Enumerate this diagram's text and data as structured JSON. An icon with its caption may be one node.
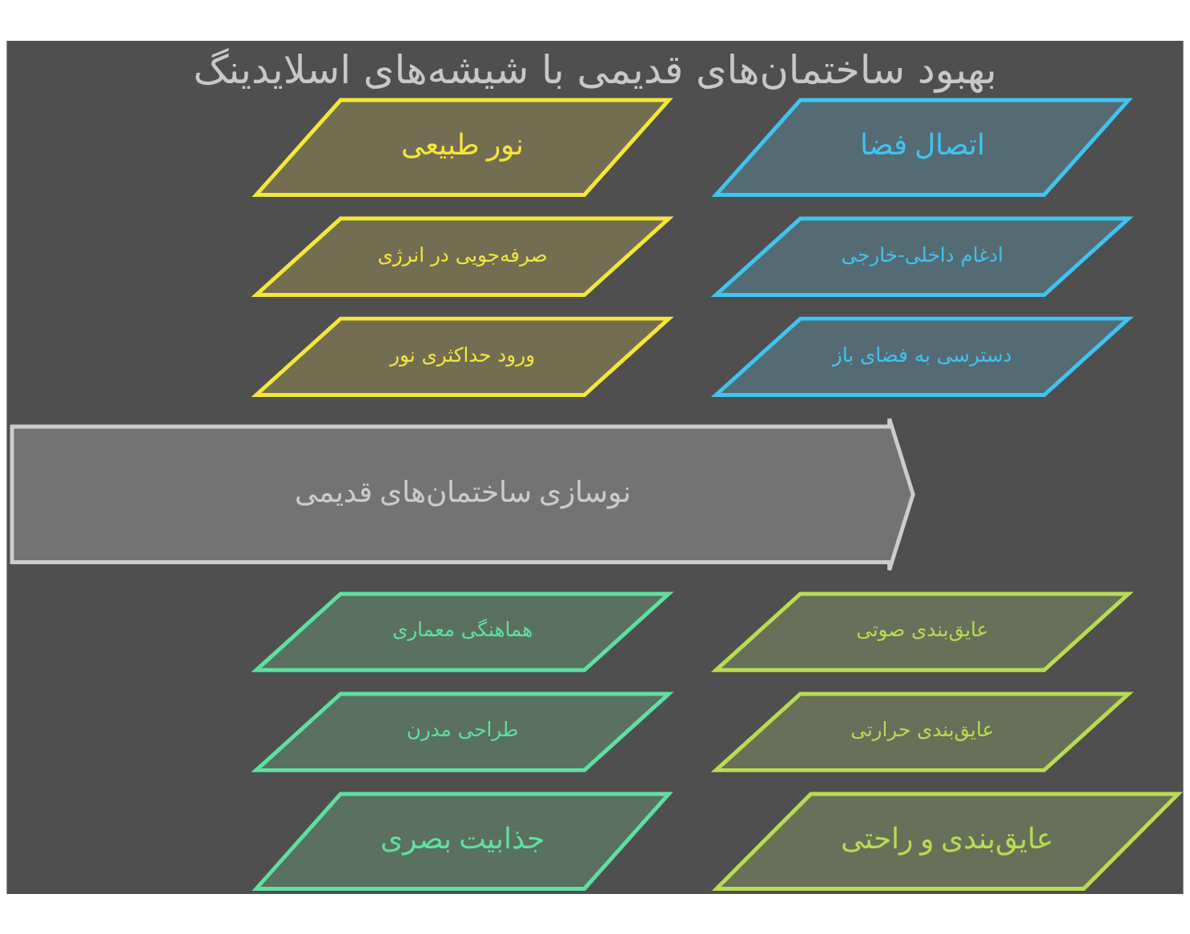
{
  "diagram": {
    "title": "بهبود ساختمان‌های قدیمی با شیشه‌های اسلایدینگ",
    "nodes": [
      {
        "text": [
          "اتصال فضا"
        ]
      },
      {
        "text": [
          "نور طبیعی"
        ]
      },
      {
        "text": [
          "ادغام داخلی-خارجی"
        ]
      },
      {
        "text": [
          "صرفه‌جویی در انرژی"
        ]
      },
      {
        "text": [
          "دسترسی به فضای باز"
        ]
      },
      {
        "text": [
          "ورود حداکثری نور"
        ]
      },
      {
        "text": [
          "نوسازی ساختمان‌های قدیمی"
        ]
      },
      {
        "text": [
          "عایق‌بندی صوتی"
        ]
      },
      {
        "text": [
          "هماهنگی معماری"
        ]
      },
      {
        "text": [
          "عایق‌بندی حرارتی"
        ]
      },
      {
        "text": [
          "طراحی مدرن"
        ]
      },
      {
        "text": [
          "عایق‌بندی و راحتی"
        ]
      },
      {
        "text": [
          "جذابیت بصری"
        ]
      }
    ],
    "edges": []
  }
}
